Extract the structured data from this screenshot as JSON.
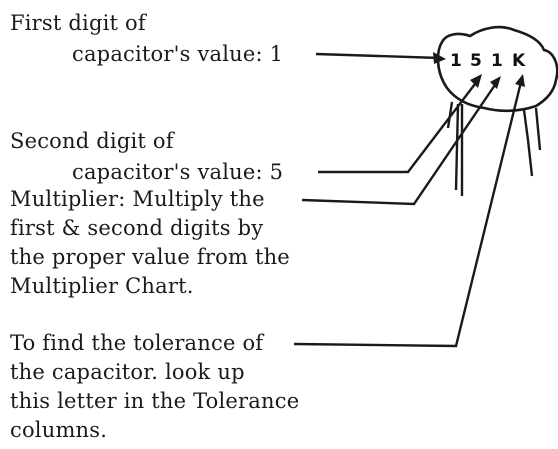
{
  "capacitor": {
    "digits": [
      "1",
      "5",
      "1"
    ],
    "tolerance_letter": "K"
  },
  "annotations": {
    "first_digit": [
      "First digit of",
      "capacitor's value: 1"
    ],
    "second_digit": [
      "Second digit of",
      "capacitor's value: 5"
    ],
    "multiplier": [
      "Multiplier: Multiply the",
      "first & second digits by",
      "the proper value from the",
      "Multiplier Chart."
    ],
    "tolerance": [
      "To find the tolerance of",
      "the capacitor. look up",
      "this letter in the Tolerance",
      "columns."
    ]
  },
  "colors": {
    "ink": "#1a1a1a",
    "background": "#ffffff"
  }
}
